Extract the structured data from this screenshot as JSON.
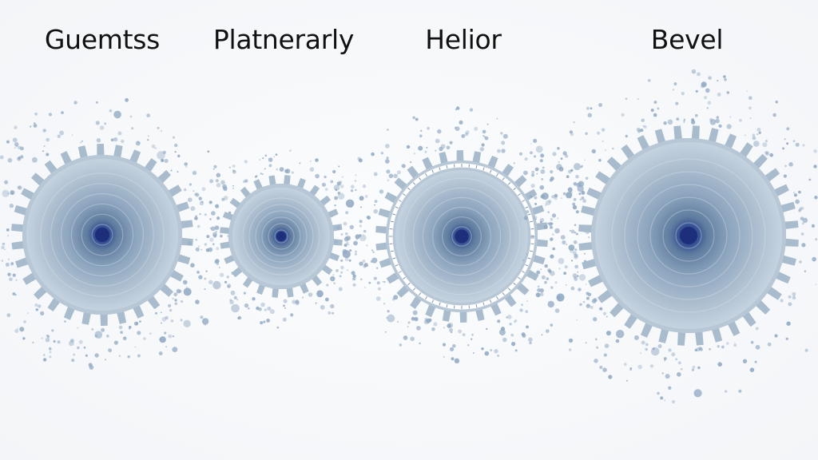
{
  "gears": [
    {
      "label": "Guemtss"
    },
    {
      "label": "Platnerarly"
    },
    {
      "label": "Helior"
    },
    {
      "label": "Bevel"
    }
  ],
  "colors": {
    "background": "#f6f7f9",
    "rim": "#a9bccd",
    "ring_light": "#c5d3e0",
    "ring_mid": "#8ea6bf",
    "ring_dark": "#5f7c9f",
    "core": "#1d2f7a",
    "dots": "#8fa8c2"
  }
}
